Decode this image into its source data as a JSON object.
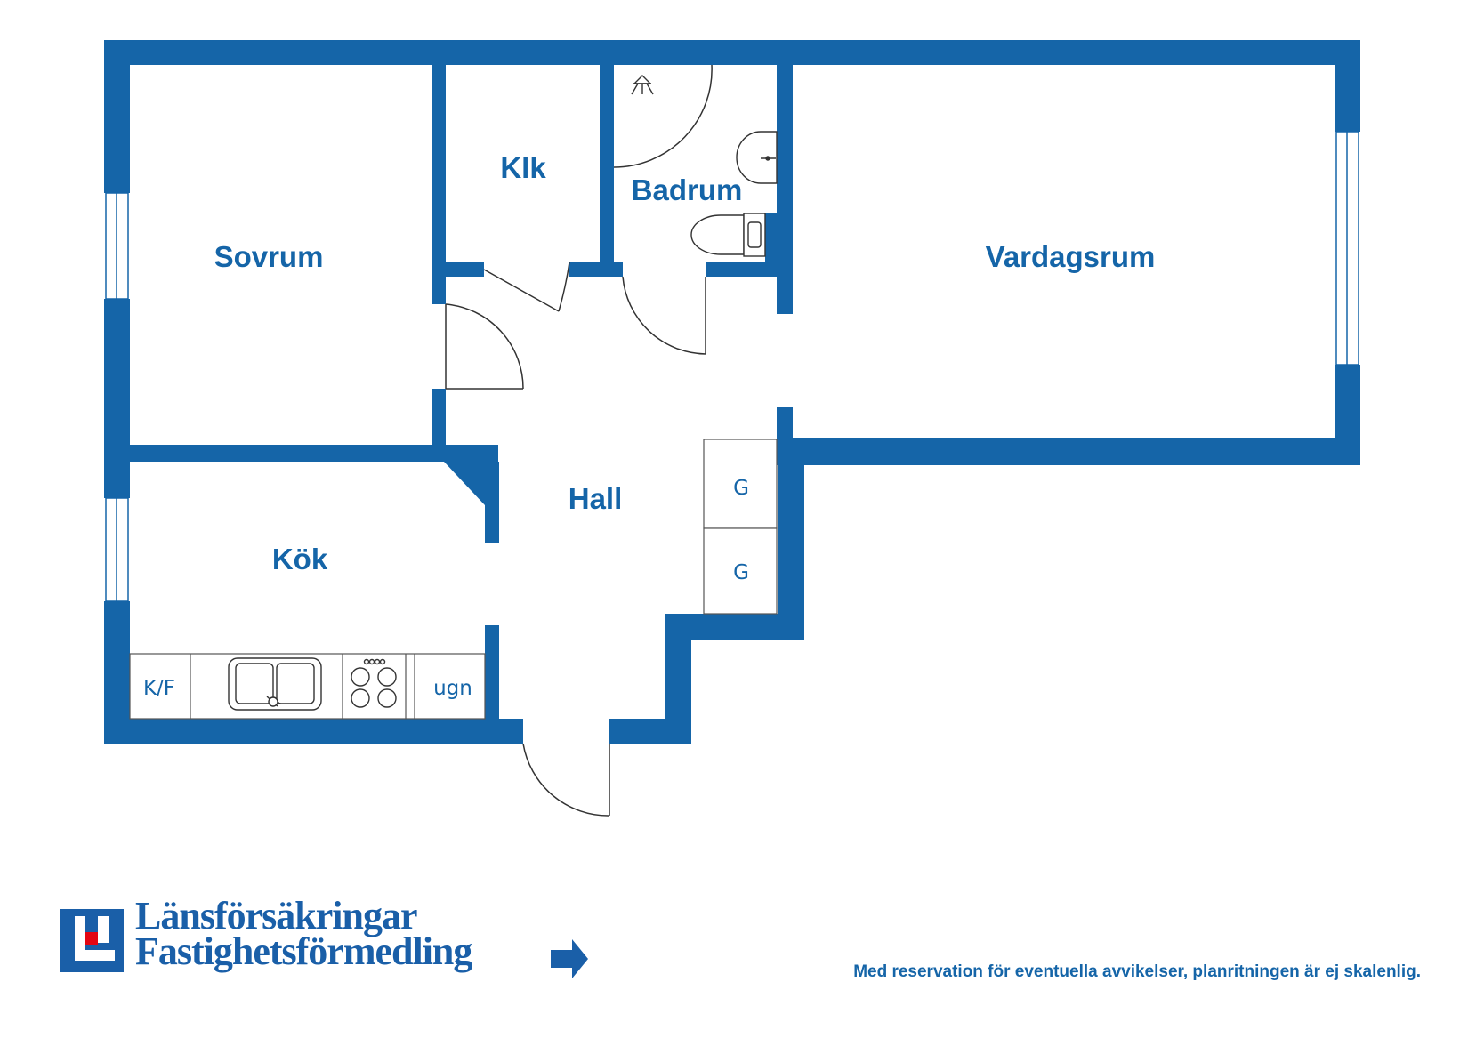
{
  "colors": {
    "wall": "#1565a8",
    "brand": "#1a5fa8",
    "accent": "#e30613"
  },
  "rooms": {
    "sovrum": "Sovrum",
    "klk": "Klk",
    "badrum": "Badrum",
    "vardagsrum": "Vardagsrum",
    "hall": "Hall",
    "kok": "Kök"
  },
  "fixtures": {
    "kf": "K/F",
    "ugn": "ugn",
    "g1": "G",
    "g2": "G"
  },
  "logo": {
    "line1": "Länsförsäkringar",
    "line2": "Fastighetsförmedling"
  },
  "disclaimer": "Med reservation för eventuella avvikelser, planritningen är ej skalenlig."
}
